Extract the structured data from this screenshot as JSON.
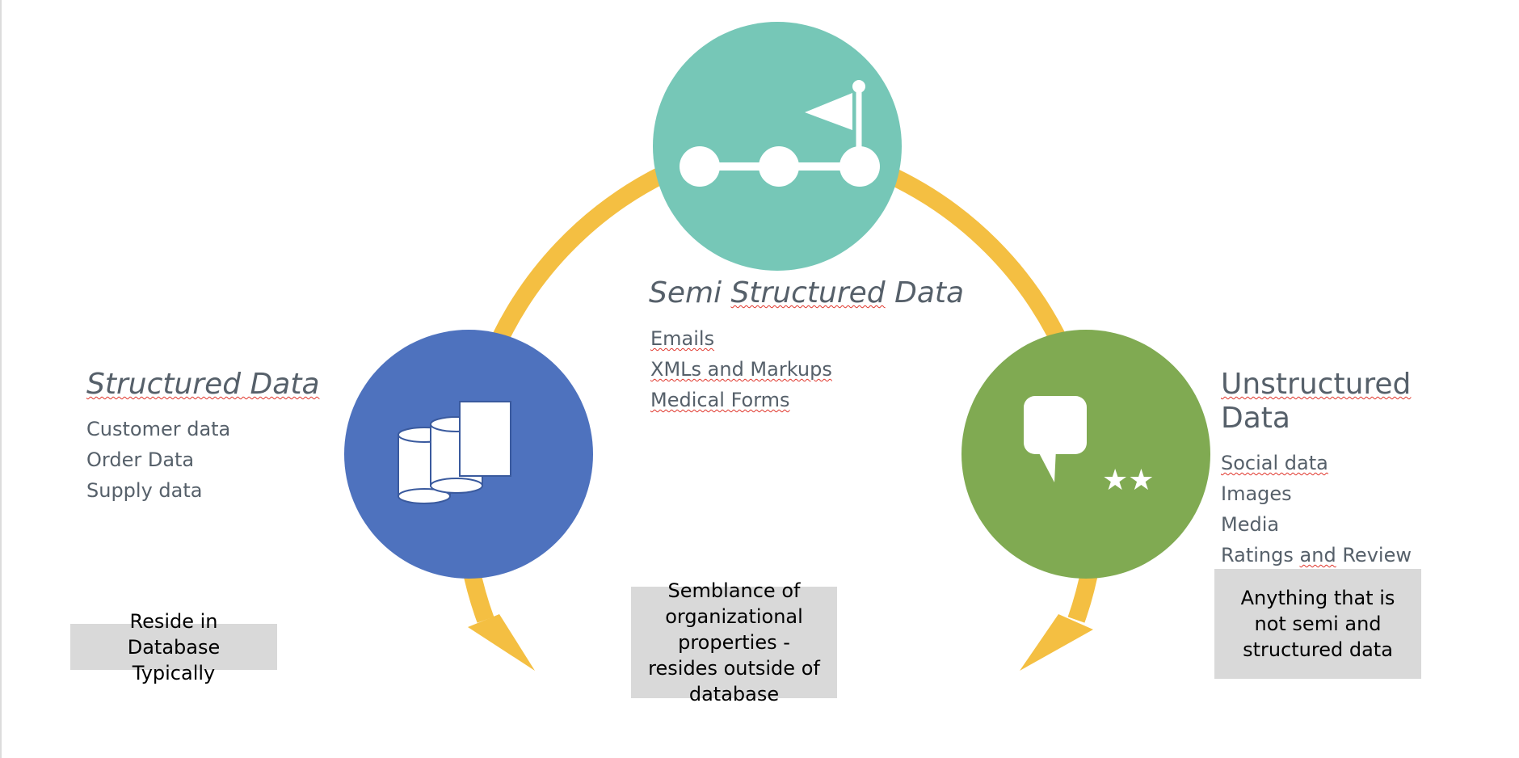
{
  "colors": {
    "arrow": "#F4BF42",
    "semi": "#76C7B7",
    "structured": "#4E72BE",
    "unstructured": "#80AA52",
    "text": "#56606A",
    "note_bg": "#D9D9D9"
  },
  "structured": {
    "icon": "database-documents-icon",
    "title": "Structured Data",
    "items": [
      "Customer data",
      "Order Data",
      "Supply data"
    ],
    "note": "Reside in Database Typically"
  },
  "semi": {
    "icon": "flag-timeline-icon",
    "title_a": "Semi",
    "title_b": "Structured",
    "title_c": "Data",
    "items": [
      "Emails",
      "XMLs and Markups",
      "Medical Forms"
    ],
    "note": "Semblance of organizational properties - resides outside of database"
  },
  "unstructured": {
    "icon": "speech-bubble-stars-icon",
    "title_a": "Unstructured",
    "title_b": "Data",
    "items": [
      "Social data",
      "Images",
      "Media"
    ],
    "item_last_a": "Ratings",
    "item_last_b": "and",
    "item_last_c": "Review",
    "note": "Anything that is not semi and structured data",
    "stars": "★★"
  }
}
